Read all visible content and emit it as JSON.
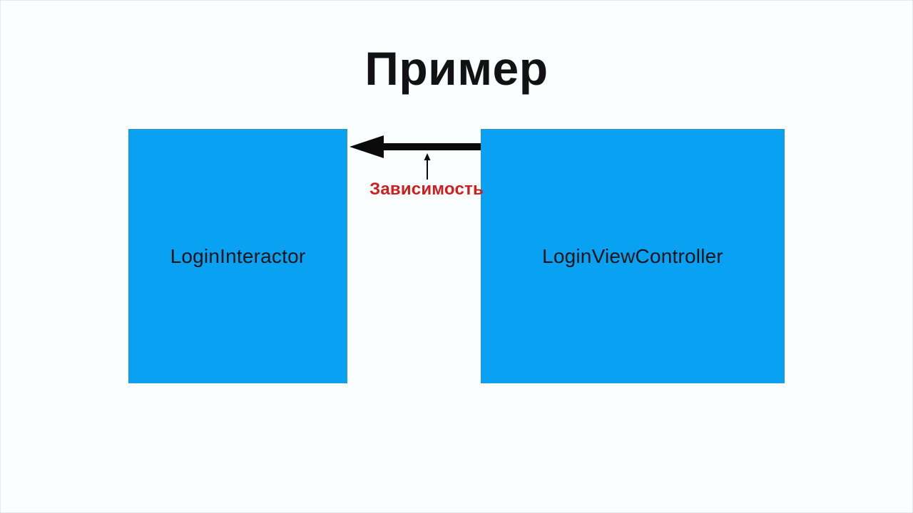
{
  "slide": {
    "title": "Пример",
    "boxes": [
      {
        "label": "LoginInteractor"
      },
      {
        "label": "LoginViewController"
      }
    ],
    "annotation": {
      "label": "Зависимость"
    }
  },
  "colors": {
    "background": "#FAFEFE",
    "box_blue": "#09A1F2",
    "arrow_black": "#0B0B0B",
    "annotation_red": "#CE1F1F",
    "title_black": "#121212"
  }
}
